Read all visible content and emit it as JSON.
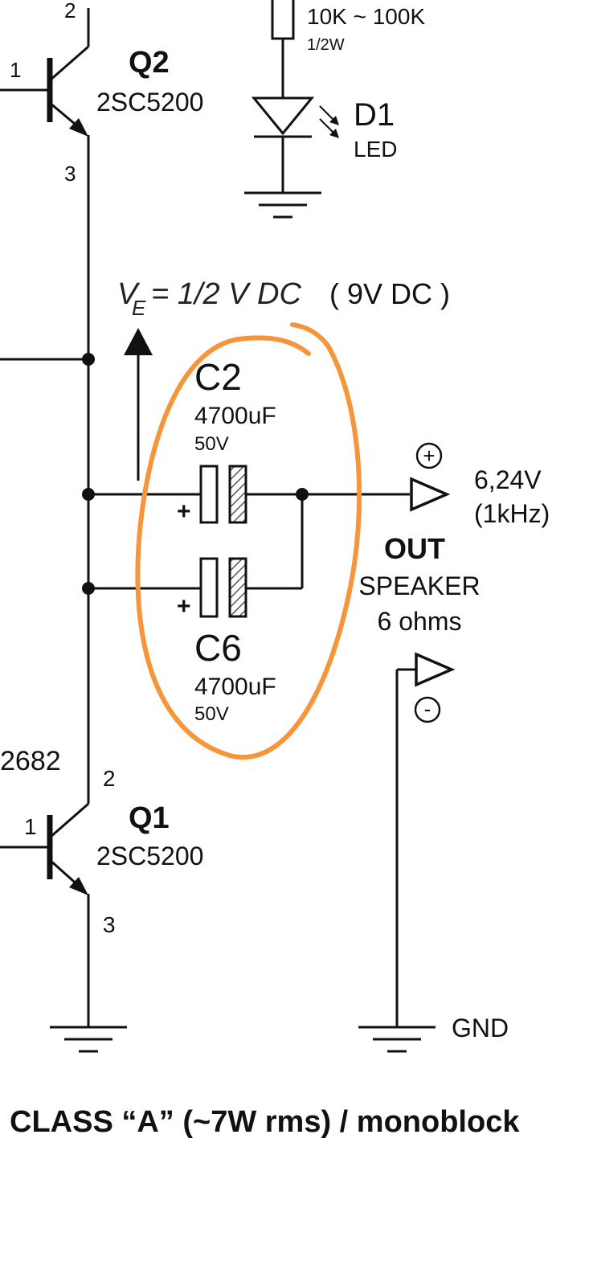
{
  "colors": {
    "ink": "#111111",
    "annotation": "#f7953a",
    "background": "#ffffff"
  },
  "q2": {
    "name": "Q2",
    "part": "2SC5200",
    "pin_b": "1",
    "pin_c": "2",
    "pin_e": "3"
  },
  "r1": {
    "value": "10K ~ 100K",
    "power": "1/2W"
  },
  "d1": {
    "name": "D1",
    "type": "LED"
  },
  "ve": {
    "label": "V",
    "subscript": "E",
    "expr": "= 1/2 V DC",
    "paren": "( 9V DC )"
  },
  "c2": {
    "name": "C2",
    "value": "4700uF",
    "voltage": "50V",
    "polarity": "+"
  },
  "c6": {
    "name": "C6",
    "value": "4700uF",
    "voltage": "50V",
    "polarity": "+"
  },
  "out": {
    "plus": "+",
    "minus": "-",
    "voltage": "6,24V",
    "freq": "(1kHz)",
    "title": "OUT",
    "load": "SPEAKER",
    "impedance": "6 ohms"
  },
  "q1": {
    "name": "Q1",
    "part": "2SC5200",
    "pin_b": "1",
    "pin_c": "2",
    "pin_e": "3",
    "cut_label": "2682"
  },
  "gnd": {
    "label": "GND"
  },
  "caption": "CLASS “A” (~7W rms) / monoblock"
}
